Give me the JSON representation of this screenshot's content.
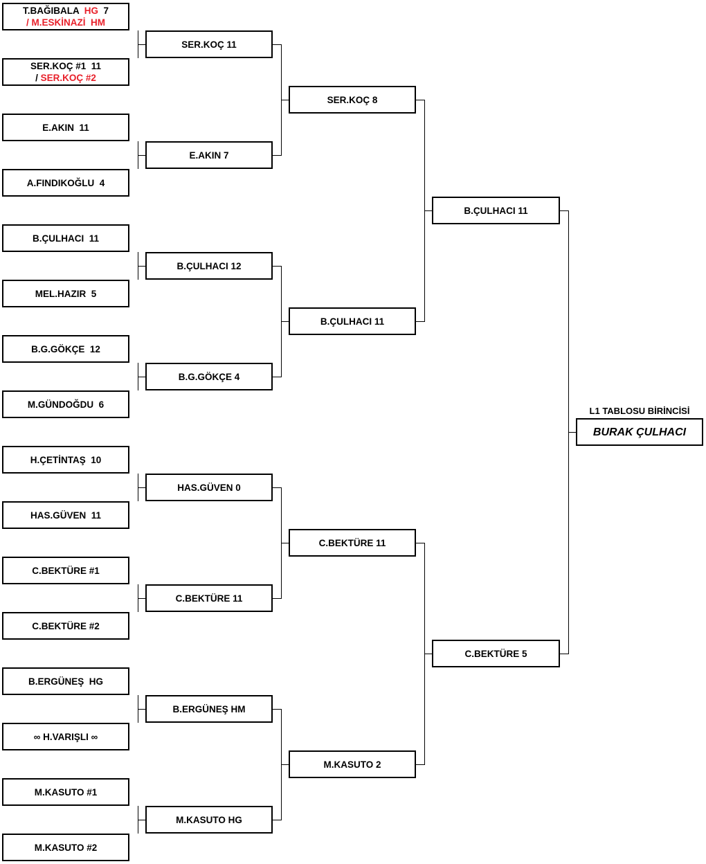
{
  "round1": [
    {
      "line1": [
        {
          "text": "T.BAĞIBALA  ",
          "color": "#000000"
        },
        {
          "text": "HG",
          "color": "#e8202a"
        },
        {
          "text": "  7",
          "color": "#000000"
        }
      ],
      "line2": [
        {
          "text": "/ M.ESKİNAZİ  HM",
          "color": "#e8202a"
        }
      ]
    },
    {
      "line1": [
        {
          "text": "SER.KOÇ #1  11",
          "color": "#000000"
        }
      ],
      "line2": [
        {
          "text": "/ ",
          "color": "#000000"
        },
        {
          "text": "SER.KOÇ #2",
          "color": "#e8202a"
        }
      ]
    },
    {
      "line1": [
        {
          "text": "E.AKIN  11",
          "color": "#000000"
        }
      ]
    },
    {
      "line1": [
        {
          "text": "A.FINDIKOĞLU  4",
          "color": "#000000"
        }
      ]
    },
    {
      "line1": [
        {
          "text": "B.ÇULHACI  11",
          "color": "#000000"
        }
      ]
    },
    {
      "line1": [
        {
          "text": "MEL.HAZIR  5",
          "color": "#000000"
        }
      ]
    },
    {
      "line1": [
        {
          "text": "B.G.GÖKÇE  12",
          "color": "#000000"
        }
      ]
    },
    {
      "line1": [
        {
          "text": "M.GÜNDOĞDU  6",
          "color": "#000000"
        }
      ]
    },
    {
      "line1": [
        {
          "text": "H.ÇETİNTAŞ  10",
          "color": "#000000"
        }
      ]
    },
    {
      "line1": [
        {
          "text": "HAS.GÜVEN  11",
          "color": "#000000"
        }
      ]
    },
    {
      "line1": [
        {
          "text": "C.BEKTÜRE #1",
          "color": "#000000"
        }
      ]
    },
    {
      "line1": [
        {
          "text": "C.BEKTÜRE #2",
          "color": "#000000"
        }
      ]
    },
    {
      "line1": [
        {
          "text": "B.ERGÜNEŞ  HG",
          "color": "#000000"
        }
      ]
    },
    {
      "line1": [
        {
          "text": "∞ H.VARIŞLI ∞",
          "color": "#000000"
        }
      ]
    },
    {
      "line1": [
        {
          "text": "M.KASUTO #1",
          "color": "#000000"
        }
      ]
    },
    {
      "line1": [
        {
          "text": "M.KASUTO #2",
          "color": "#000000"
        }
      ]
    }
  ],
  "round2": [
    "SER.KOÇ  11",
    "E.AKIN  7",
    "B.ÇULHACI  12",
    "B.G.GÖKÇE  4",
    "HAS.GÜVEN  0",
    "C.BEKTÜRE  11",
    "B.ERGÜNEŞ  HM",
    "M.KASUTO  HG"
  ],
  "round3": [
    "SER.KOÇ  8",
    "B.ÇULHACI  11",
    "C.BEKTÜRE  11",
    "M.KASUTO  2"
  ],
  "round4": [
    "B.ÇULHACI  11",
    "C.BEKTÜRE  5"
  ],
  "winner": {
    "title": "L1 TABLOSU BİRİNCİSİ",
    "name": "BURAK ÇULHACI"
  },
  "colors": {
    "line": "#000000",
    "highlight": "#e8202a"
  }
}
